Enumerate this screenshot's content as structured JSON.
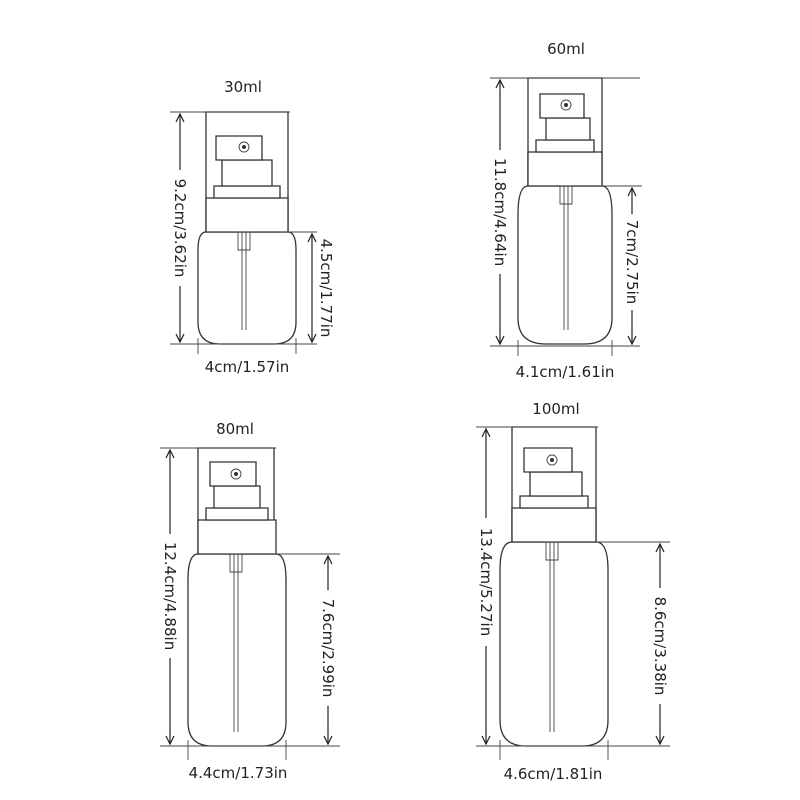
{
  "bottles": [
    {
      "capacity": "30ml",
      "total_height": "9.2cm/3.62in",
      "body_height": "4.5cm/1.77in",
      "width": "4cm/1.57in"
    },
    {
      "capacity": "60ml",
      "total_height": "11.8cm/4.64in",
      "body_height": "7cm/2.75in",
      "width": "4.1cm/1.61in"
    },
    {
      "capacity": "80ml",
      "total_height": "12.4cm/4.88in",
      "body_height": "7.6cm/2.99in",
      "width": "4.4cm/1.73in"
    },
    {
      "capacity": "100ml",
      "total_height": "13.4cm/5.27in",
      "body_height": "8.6cm/3.38in",
      "width": "4.6cm/1.81in"
    }
  ]
}
